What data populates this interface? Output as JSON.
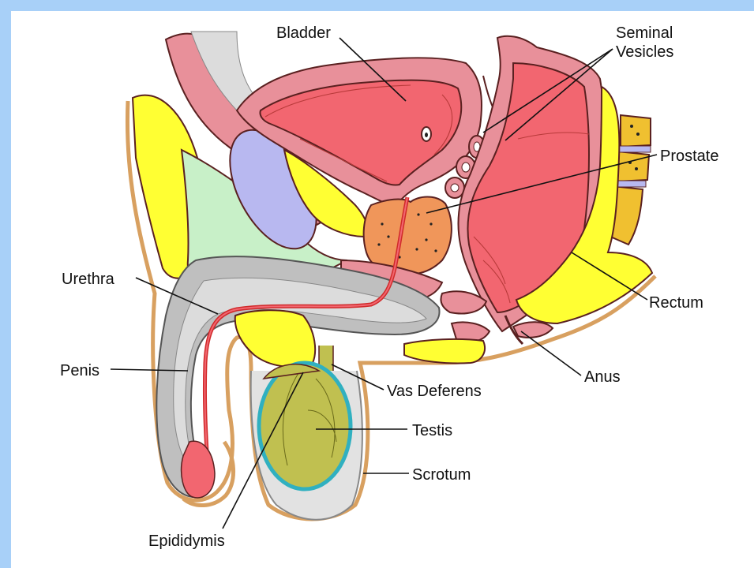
{
  "labels": {
    "bladder": "Bladder",
    "seminal_vesicles_1": "Seminal",
    "seminal_vesicles_2": "Vesicles",
    "prostate": "Prostate",
    "urethra": "Urethra",
    "rectum": "Rectum",
    "penis": "Penis",
    "anus": "Anus",
    "vas_deferens": "Vas Deferens",
    "testis": "Testis",
    "scrotum": "Scrotum",
    "epididymis": "Epididymis"
  },
  "colors": {
    "frame": "#a8d0f8",
    "background": "#ffffff",
    "fat": "#ffff33",
    "muscle_pink": "#e8909a",
    "organ_red": "#f26670",
    "prostate": "#f0965a",
    "gray_tissue": "#bfbfbf",
    "light_gray": "#e2e2e2",
    "symphysis": "#b8b8f0",
    "ligament_green": "#c8f0c8",
    "testis": "#c0c050",
    "tunica": "#30b0c0",
    "skin": "#f0c890",
    "vertebra": "#f0c030"
  }
}
